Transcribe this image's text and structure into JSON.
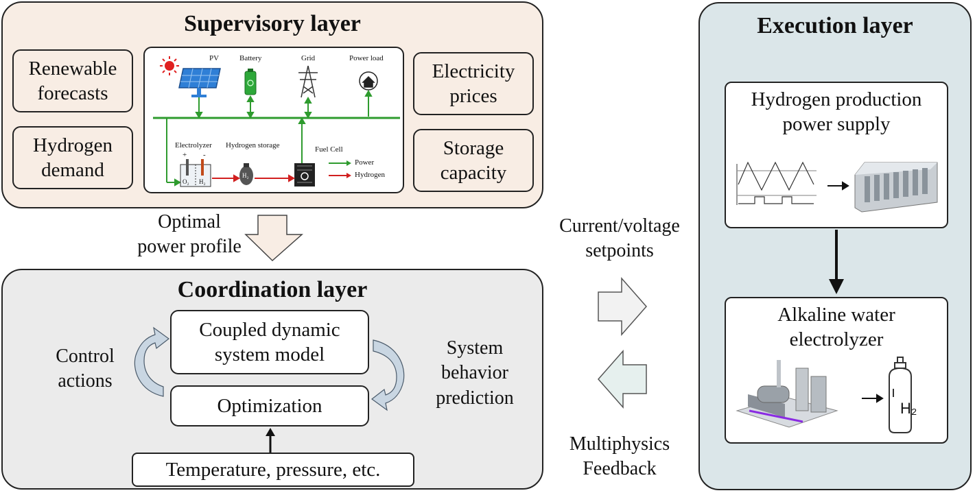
{
  "supervisory": {
    "title": "Supervisory layer",
    "left_boxes": [
      "Renewable\nforecasts",
      "Hydrogen\ndemand"
    ],
    "right_boxes": [
      "Electricity\nprices",
      "Storage\ncapacity"
    ],
    "microgrid": {
      "top_labels": [
        "PV",
        "Battery",
        "Grid",
        "Power load"
      ],
      "bottom_labels": [
        "Electrolyzer",
        "Hydrogen storage",
        "Fuel Cell"
      ],
      "legend": [
        "Power",
        "Hydrogen"
      ],
      "electrolyzer_marks": [
        "+",
        "-",
        "O₂",
        "H₂"
      ],
      "storage_mark": "H₂",
      "power_color": "#2e9b2e",
      "hydrogen_color": "#d11f1f"
    }
  },
  "down_arrow_label": "Optimal\npower profile",
  "coordination": {
    "title": "Coordination  layer",
    "model_box": "Coupled dynamic\nsystem model",
    "optimization_box": "Optimization",
    "input_box": "Temperature, pressure, etc.",
    "left_label": "Control\nactions",
    "right_label": "System\nbehavior\nprediction"
  },
  "middle": {
    "top_label": "Current/voltage\nsetpoints",
    "bottom_label": "Multiphysics\nFeedback"
  },
  "execution": {
    "title": "Execution  layer",
    "power_supply_box": "Hydrogen production\npower supply",
    "electrolyzer_box": "Alkaline water\nelectrolyzer",
    "tank_label": "H₂"
  }
}
